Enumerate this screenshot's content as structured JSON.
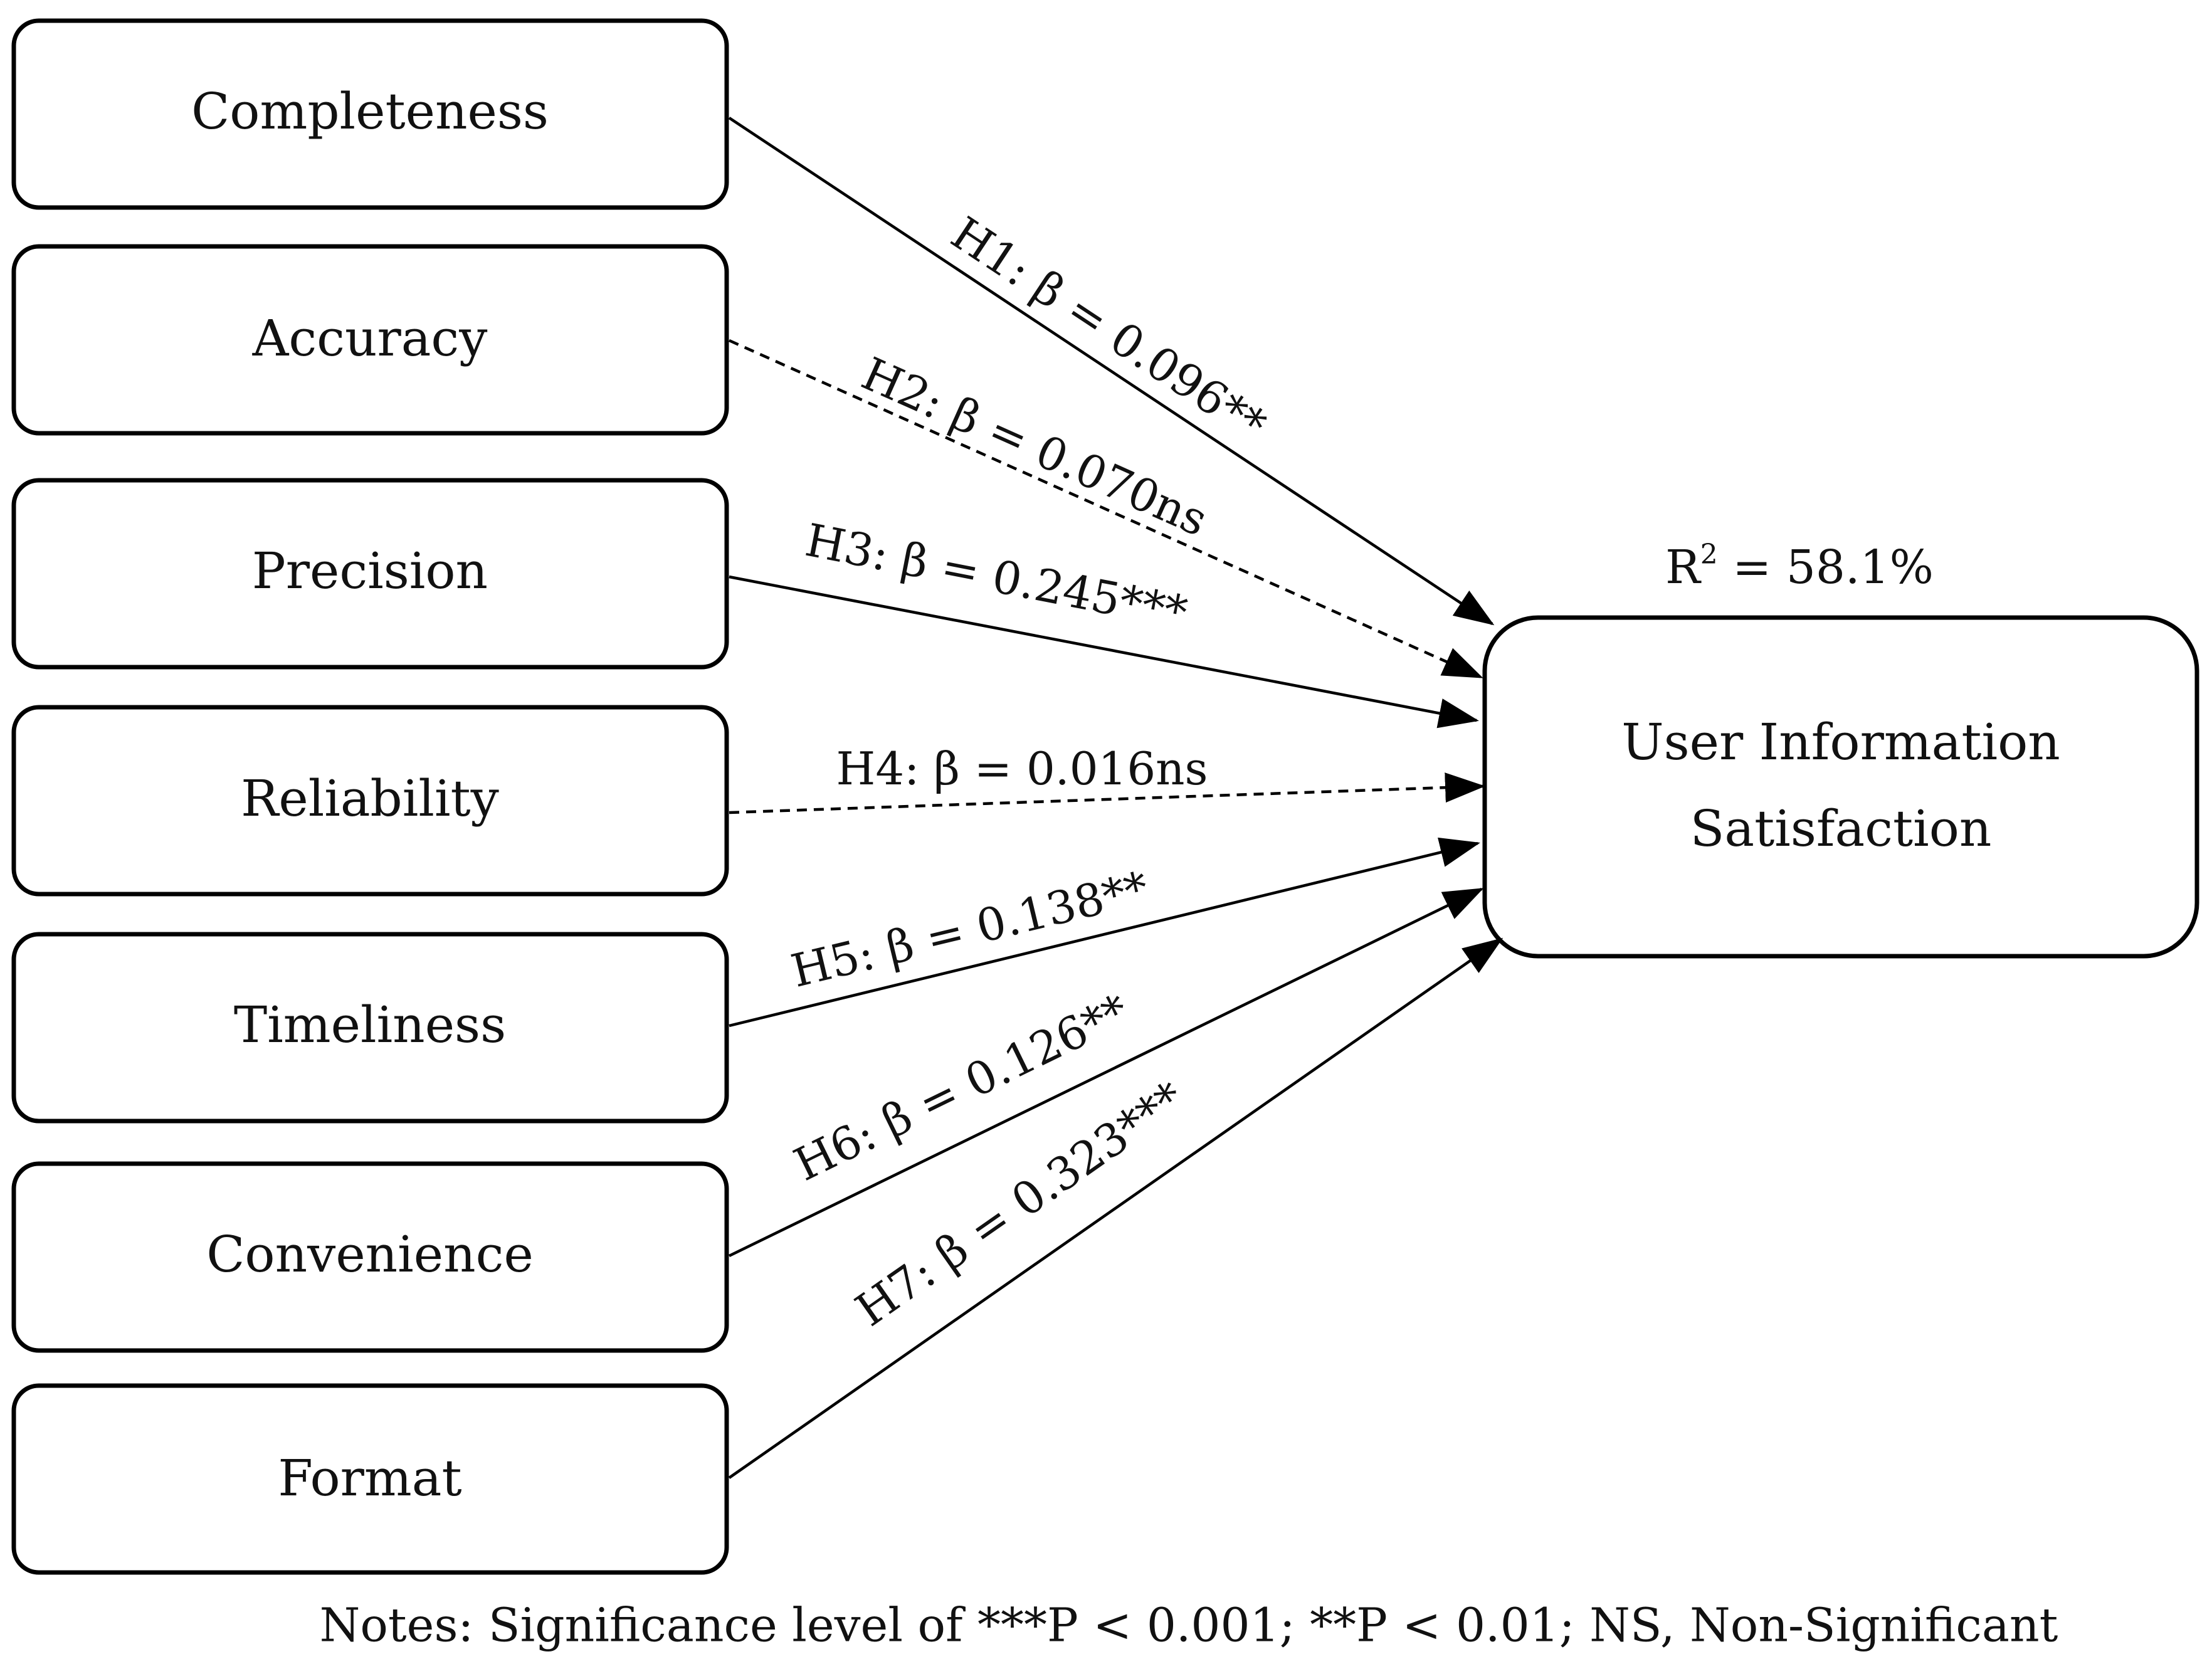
{
  "predictors": [
    {
      "id": "completeness",
      "label": "Completeness"
    },
    {
      "id": "accuracy",
      "label": "Accuracy"
    },
    {
      "id": "precision",
      "label": "Precision"
    },
    {
      "id": "reliability",
      "label": "Reliability"
    },
    {
      "id": "timeliness",
      "label": "Timeliness"
    },
    {
      "id": "convenience",
      "label": "Convenience"
    },
    {
      "id": "format",
      "label": "Format"
    }
  ],
  "outcome": {
    "line1": "User Information",
    "line2": "Satisfaction",
    "r2_label": "R",
    "r2_sup": "2",
    "r2_value": " = 58.1%"
  },
  "paths": [
    {
      "id": "h1",
      "label": "H1: β = 0.096**",
      "style": "solid"
    },
    {
      "id": "h2",
      "label": "H2: β = 0.070ns",
      "style": "dashed"
    },
    {
      "id": "h3",
      "label": "H3: β = 0.245***",
      "style": "solid"
    },
    {
      "id": "h4",
      "label": "H4: β = 0.016ns",
      "style": "dashed"
    },
    {
      "id": "h5",
      "label": "H5: β = 0.138**",
      "style": "solid"
    },
    {
      "id": "h6",
      "label": "H6: β = 0.126**",
      "style": "solid"
    },
    {
      "id": "h7",
      "label": "H7: β = 0.323***",
      "style": "solid"
    }
  ],
  "notes": "Notes: Significance level of ***P < 0.001; **P < 0.01; NS, Non-Significant"
}
